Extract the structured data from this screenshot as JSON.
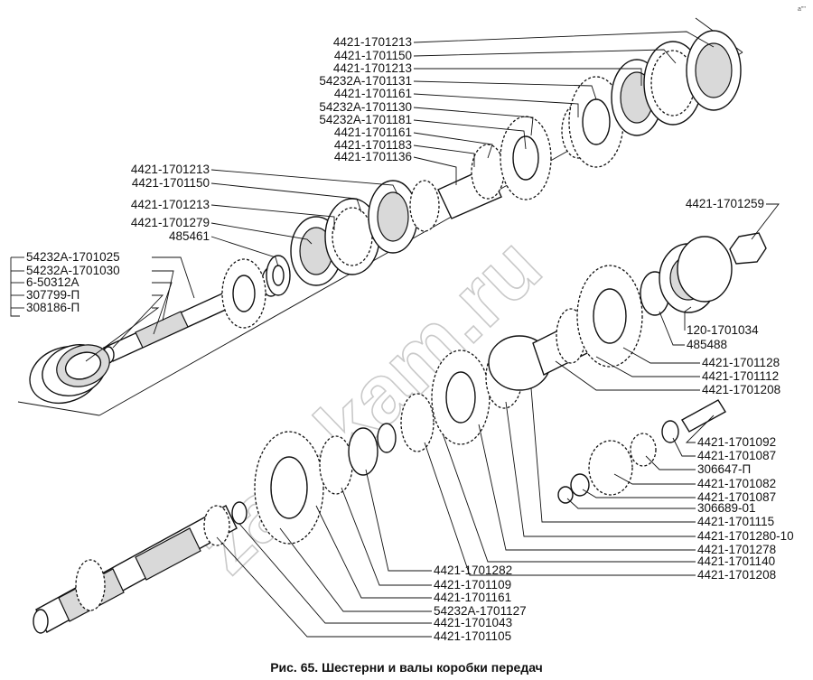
{
  "caption": "Рис. 65. Шестерни и валы коробки передач",
  "watermark": "zap-kam.ru",
  "corner_mark": "a\"\"",
  "upper_assembly": {
    "labels_right_group": [
      "4421-1701213",
      "4421-1701150",
      "4421-1701213",
      "54232A-1701131",
      "4421-1701161",
      "54232A-1701130",
      "54232A-1701181",
      "4421-1701161",
      "4421-1701183",
      "4421-1701136"
    ],
    "labels_left_group": [
      "4421-1701213",
      "4421-1701150",
      "4421-1701213",
      "4421-1701279",
      "485461"
    ],
    "labels_bracket_group": [
      "54232A-1701025",
      "54232A-1701030",
      "6-50312A",
      "307799-П",
      "308186-П"
    ]
  },
  "lower_assembly": {
    "labels_right_upper": [
      "4421-1701259",
      "120-1701034",
      "485488",
      "4421-1701128",
      "4421-1701112",
      "4421-1701208"
    ],
    "labels_right_small": [
      "4421-1701092",
      "4421-1701087",
      "306647-П",
      "4421-1701082",
      "4421-1701087",
      "306689-01",
      "4421-1701115",
      "4421-1701280-10",
      "4421-1701278",
      "4421-1701140",
      "4421-1701208"
    ],
    "labels_bottom": [
      "4421-1701282",
      "4421-1701109",
      "4421-1701161",
      "54232A-1701127",
      "4421-1701043",
      "4421-1701105"
    ]
  }
}
